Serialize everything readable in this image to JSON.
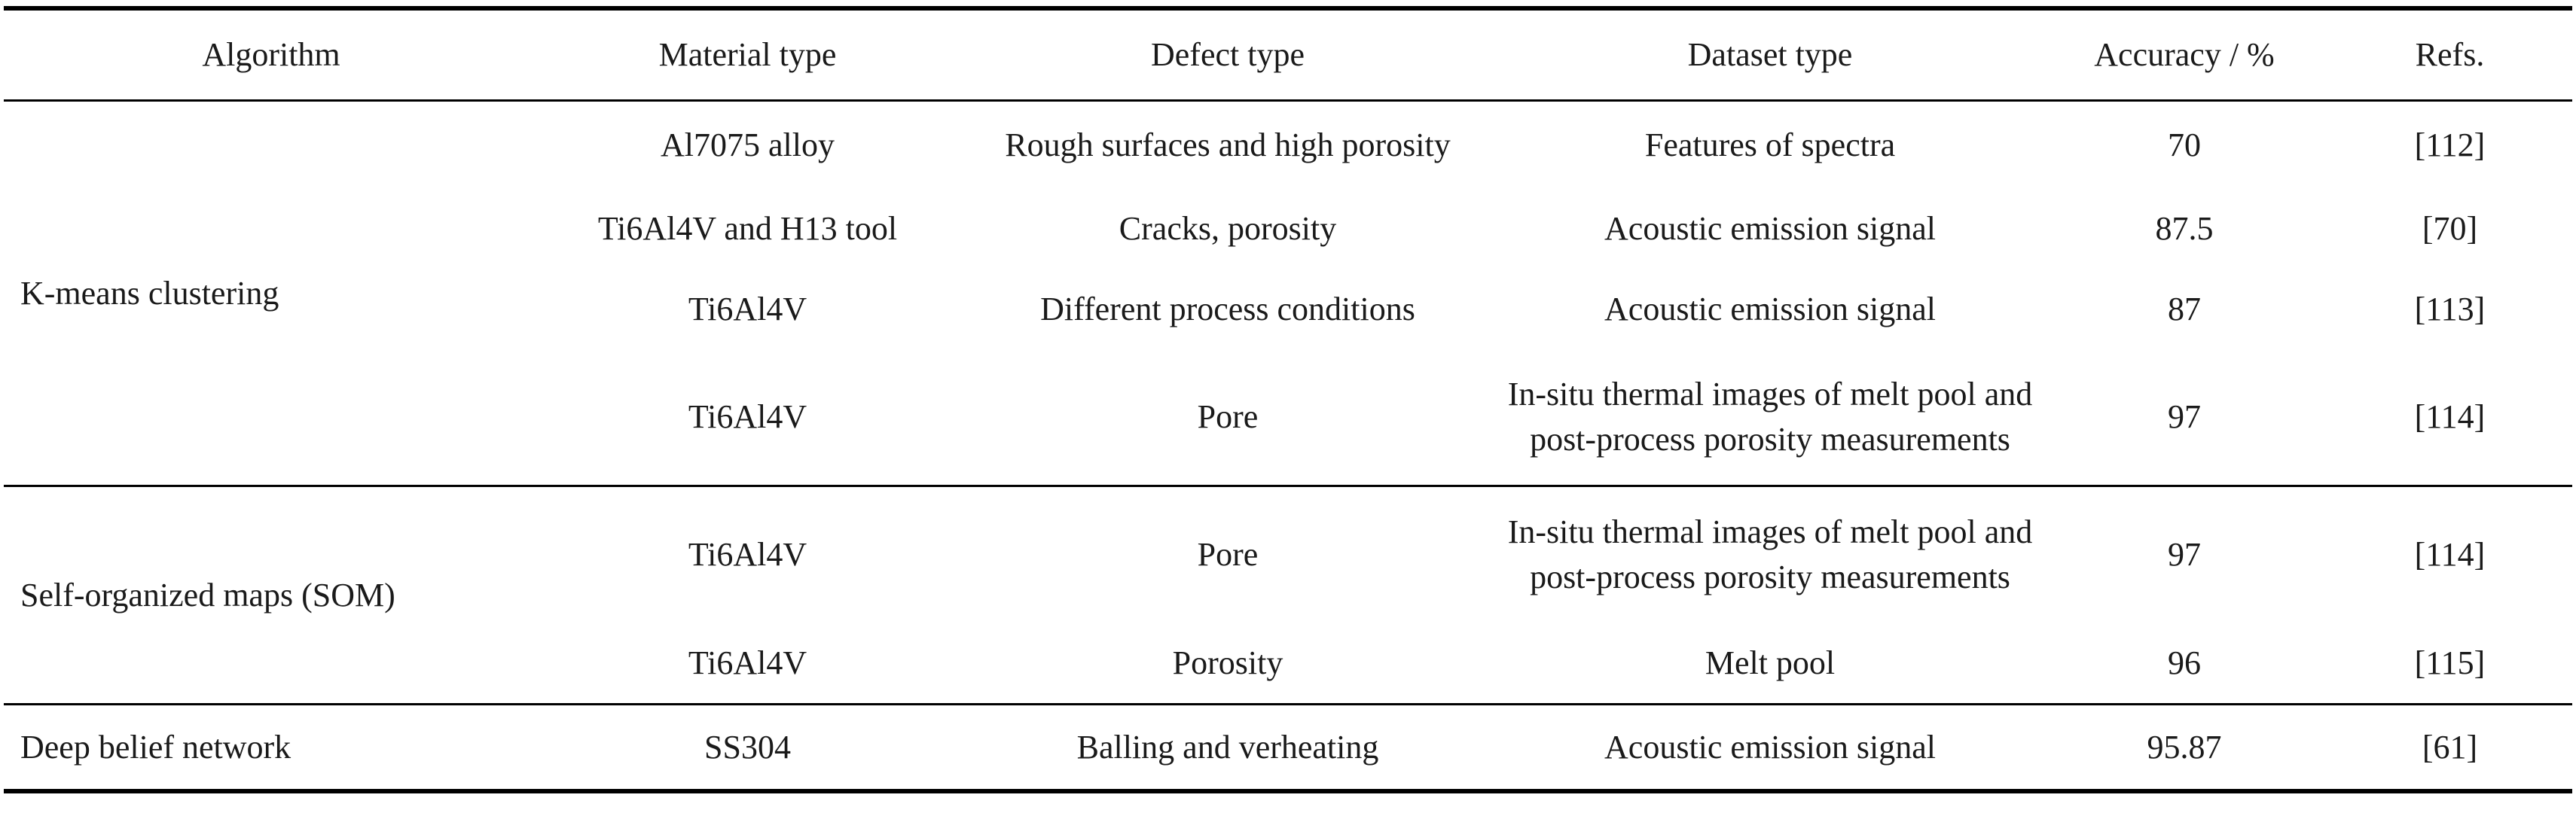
{
  "table": {
    "headers": [
      "Algorithm",
      "Material type",
      "Defect type",
      "Dataset type",
      "Accuracy / %",
      "Refs."
    ],
    "groups": [
      {
        "algorithm": "K-means clustering",
        "rows": [
          {
            "material": "Al7075 alloy",
            "defect": "Rough surfaces and high porosity",
            "dataset": "Features of spectra",
            "accuracy": "70",
            "ref": "[112]"
          },
          {
            "material": "Ti6Al4V and H13 tool",
            "defect": "Cracks, porosity",
            "dataset": "Acoustic emission signal",
            "accuracy": "87.5",
            "ref": "[70]"
          },
          {
            "material": "Ti6Al4V",
            "defect": "Different process conditions",
            "dataset": "Acoustic emission signal",
            "accuracy": "87",
            "ref": "[113]"
          },
          {
            "material": "Ti6Al4V",
            "defect": "Pore",
            "dataset": "In-situ thermal images of melt pool and post-process porosity measurements",
            "accuracy": "97",
            "ref": "[114]"
          }
        ]
      },
      {
        "algorithm": "Self-organized maps (SOM)",
        "rows": [
          {
            "material": "Ti6Al4V",
            "defect": "Pore",
            "dataset": "In-situ thermal images of melt pool and post-process porosity measurements",
            "accuracy": "97",
            "ref": "[114]"
          },
          {
            "material": "Ti6Al4V",
            "defect": "Porosity",
            "dataset": "Melt pool",
            "accuracy": "96",
            "ref": "[115]"
          }
        ]
      },
      {
        "algorithm": "Deep belief network",
        "rows": [
          {
            "material": "SS304",
            "defect": "Balling and verheating",
            "dataset": "Acoustic emission signal",
            "accuracy": "95.87",
            "ref": "[61]"
          }
        ]
      }
    ]
  }
}
